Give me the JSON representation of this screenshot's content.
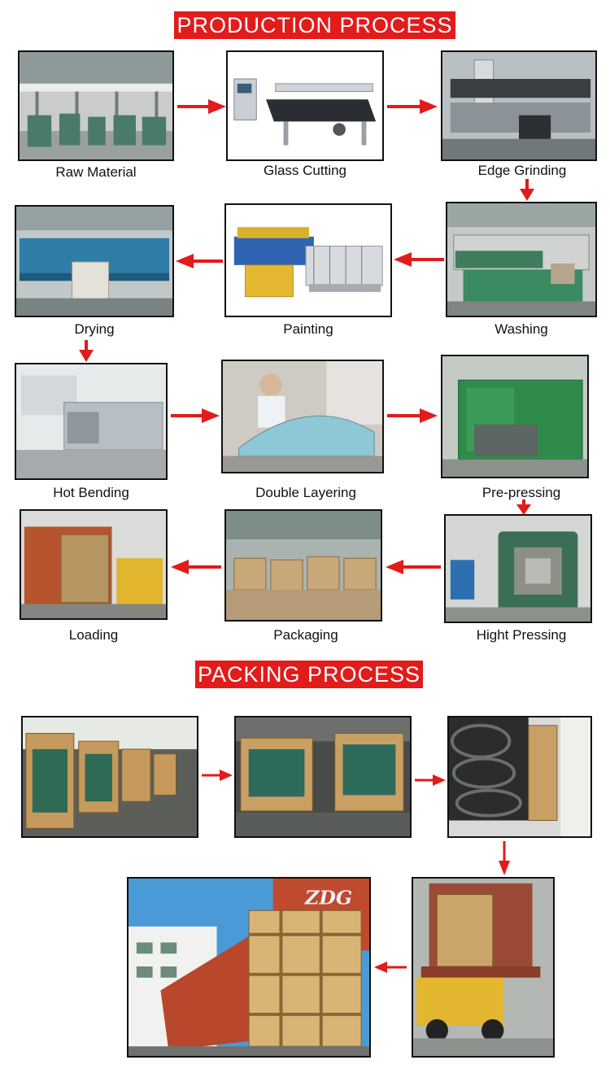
{
  "production": {
    "title": "PRODUCTION PROCESS",
    "steps": [
      {
        "label": "Raw Material",
        "icon": "factory-floor-photo"
      },
      {
        "label": "Glass Cutting",
        "icon": "cutting-table-photo"
      },
      {
        "label": "Edge Grinding",
        "icon": "grinding-machine-photo"
      },
      {
        "label": "Washing",
        "icon": "washing-machine-photo"
      },
      {
        "label": "Painting",
        "icon": "screen-printer-photo"
      },
      {
        "label": "Drying",
        "icon": "drying-line-photo"
      },
      {
        "label": "Hot Bending",
        "icon": "bending-furnace-photo"
      },
      {
        "label": "Double Layering",
        "icon": "layering-photo"
      },
      {
        "label": "Pre-pressing",
        "icon": "prepress-oven-photo"
      },
      {
        "label": "Hight Pressing",
        "icon": "autoclave-photo"
      },
      {
        "label": "Packaging",
        "icon": "packaged-crates-photo"
      },
      {
        "label": "Loading",
        "icon": "forklift-loading-photo"
      }
    ]
  },
  "packing": {
    "title": "PACKING PROCESS",
    "watermark": "ZDG",
    "photos": [
      "crates-row-photo",
      "crates-pair-photo",
      "container-interior-photo",
      "forklift-container-photo",
      "loaded-container-photo"
    ]
  },
  "colors": {
    "accent": "#e21b1b",
    "text": "#111111"
  }
}
